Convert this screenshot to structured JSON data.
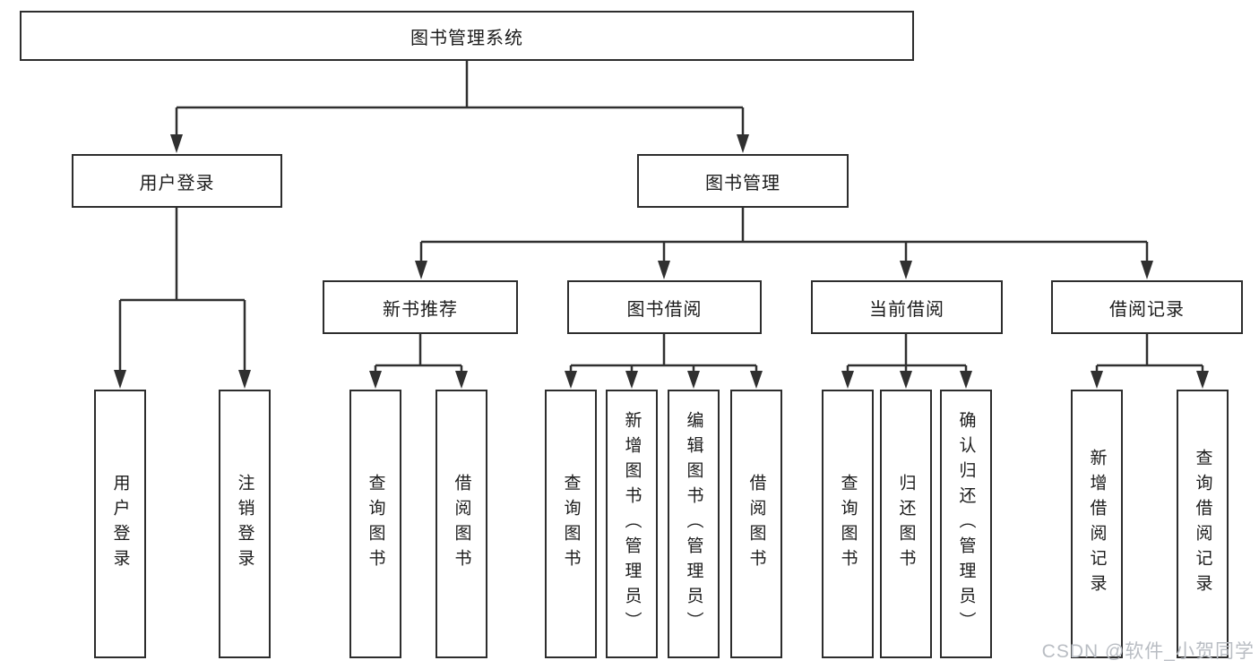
{
  "nodes": {
    "root": "图书管理系统",
    "user_login": "用户登录",
    "book_management": "图书管理",
    "new_book_recommend": "新书推荐",
    "book_borrow": "图书借阅",
    "current_borrow": "当前借阅",
    "borrow_records": "借阅记录"
  },
  "leaves": {
    "user_login_group": [
      "用户登录",
      "注销登录"
    ],
    "new_book_group": [
      "查询图书",
      "借阅图书"
    ],
    "book_borrow_group": [
      "查询图书",
      "新增图书（管理员）",
      "编辑图书（管理员）",
      "借阅图书"
    ],
    "current_borrow_group": [
      "查询图书",
      "归还图书",
      "确认归还（管理员）"
    ],
    "borrow_records_group": [
      "新增借阅记录",
      "查询借阅记录"
    ]
  },
  "watermark": "CSDN @软件_小贺同学",
  "colors": {
    "line": "#303030",
    "text": "#1c1c1c",
    "watermark": "#b9bdc3"
  }
}
